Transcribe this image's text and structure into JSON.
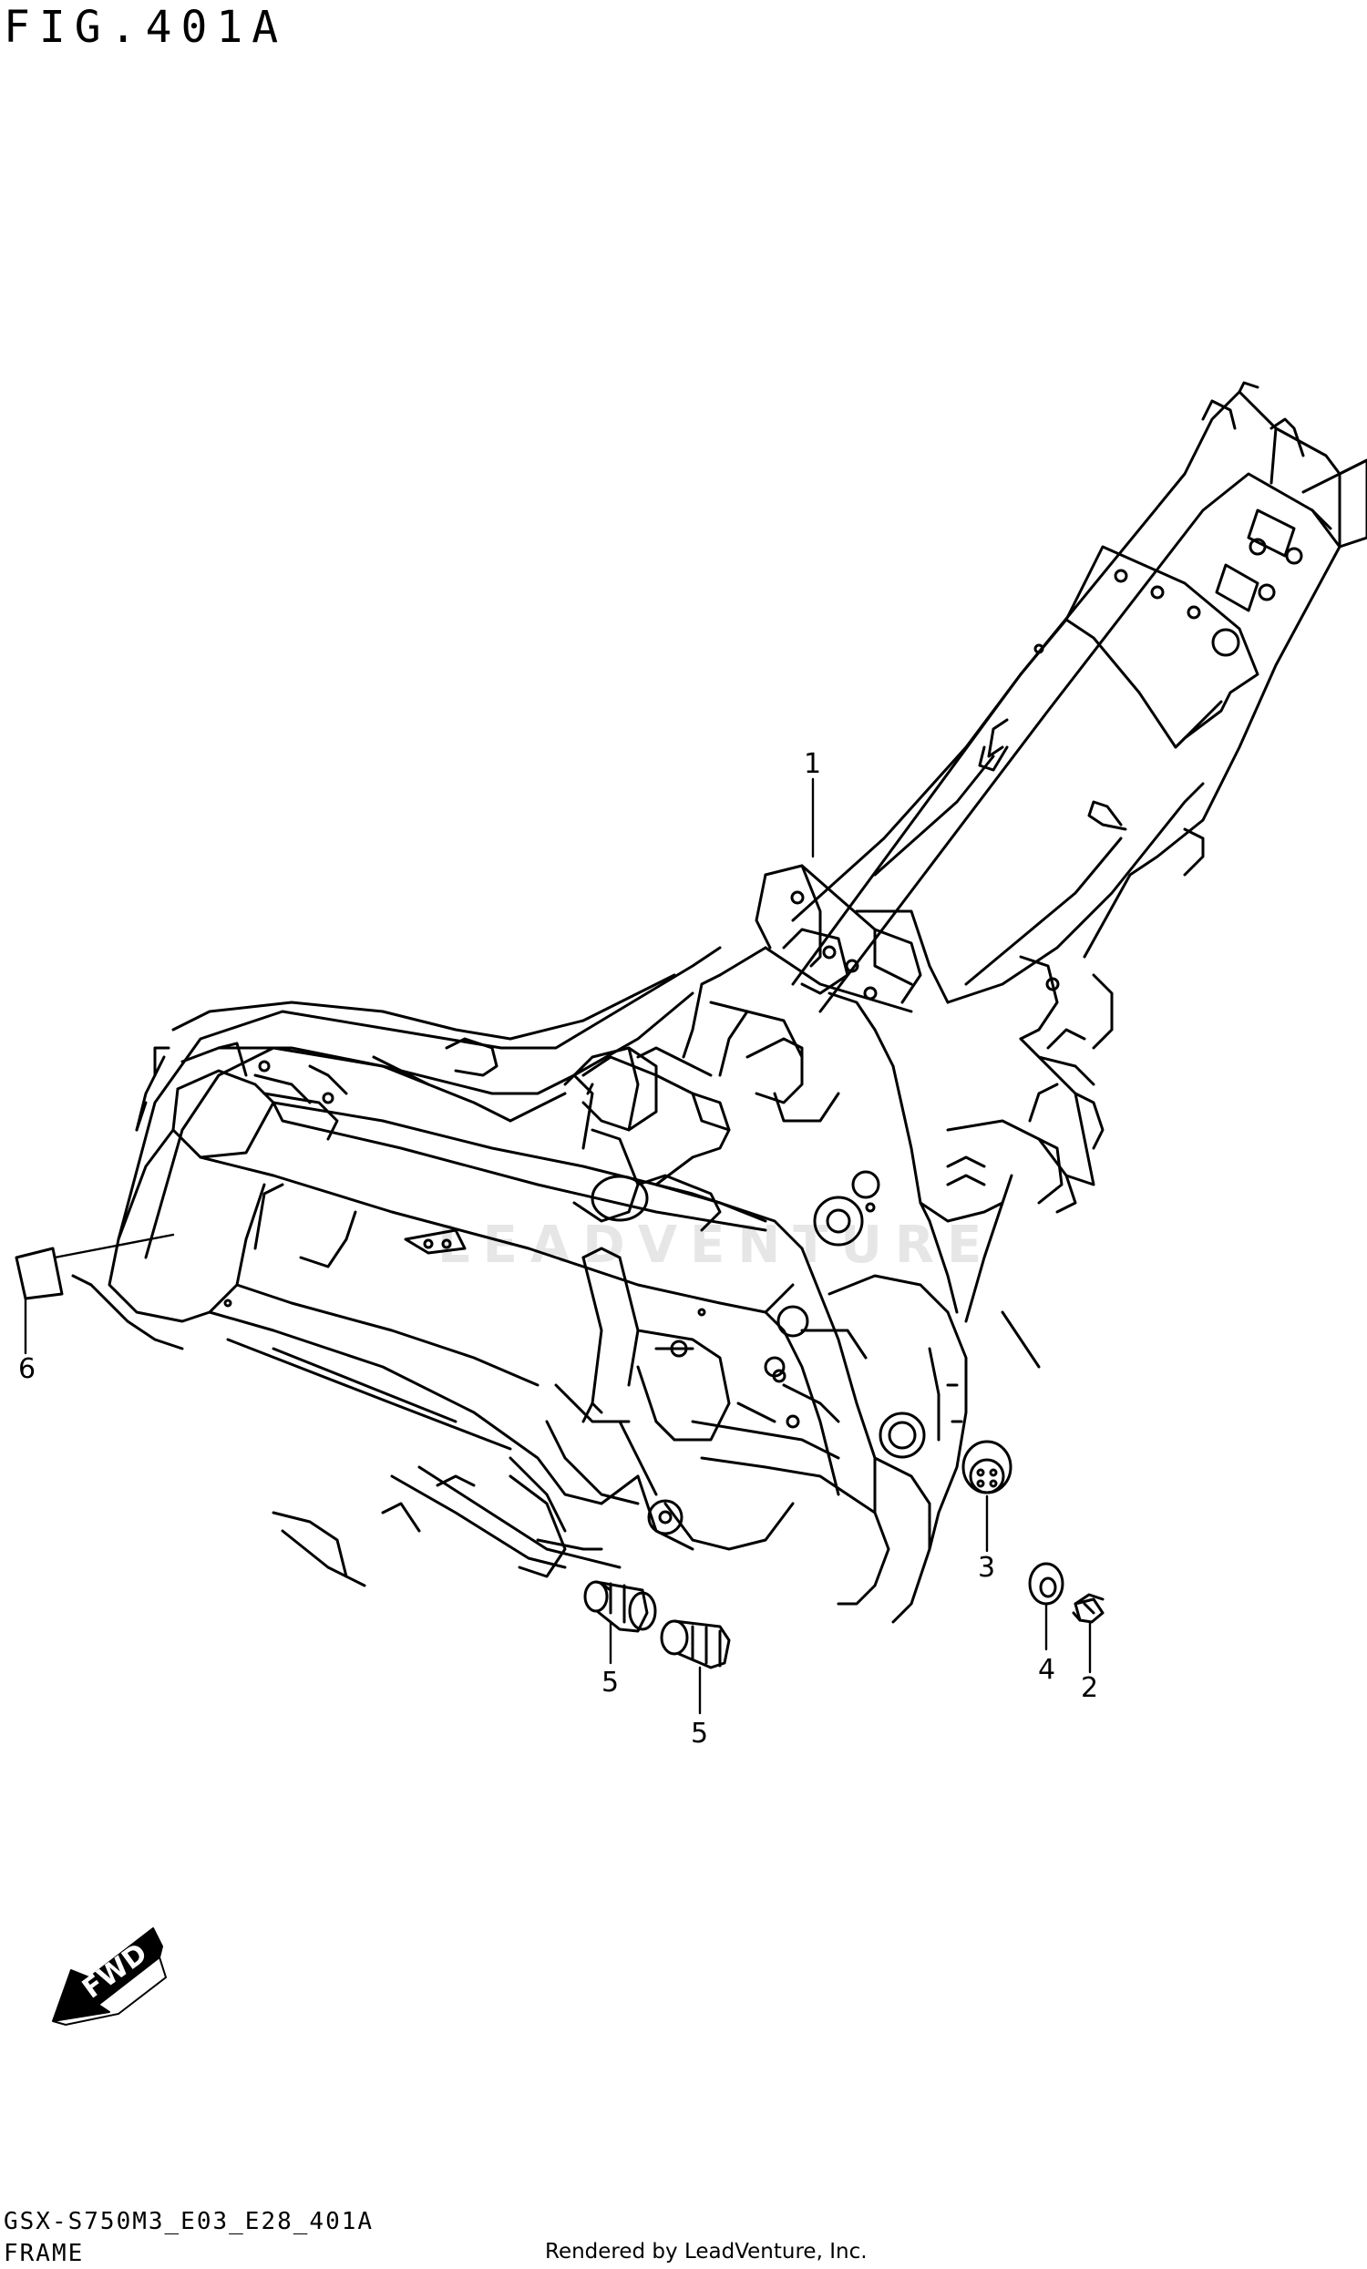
{
  "figure": {
    "title": "FIG.401A",
    "model_code": "GSX-S750M3_E03_E28_401A",
    "section_name": "FRAME",
    "credit": "Rendered by LeadVenture, Inc.",
    "watermark": "LEADVENTURE",
    "fwd_label": "FWD"
  },
  "callouts": [
    {
      "id": "callout-1",
      "label": "1",
      "part": "frame-body"
    },
    {
      "id": "callout-2",
      "label": "2",
      "part": "bolt"
    },
    {
      "id": "callout-3",
      "label": "3",
      "part": "cap"
    },
    {
      "id": "callout-4",
      "label": "4",
      "part": "washer"
    },
    {
      "id": "callout-5a",
      "label": "5",
      "part": "spacer"
    },
    {
      "id": "callout-5b",
      "label": "5",
      "part": "spacer"
    },
    {
      "id": "callout-6",
      "label": "6",
      "part": "plate"
    }
  ],
  "colors": {
    "line": "#000000",
    "background": "#ffffff",
    "watermark": "#e6e6e6"
  }
}
